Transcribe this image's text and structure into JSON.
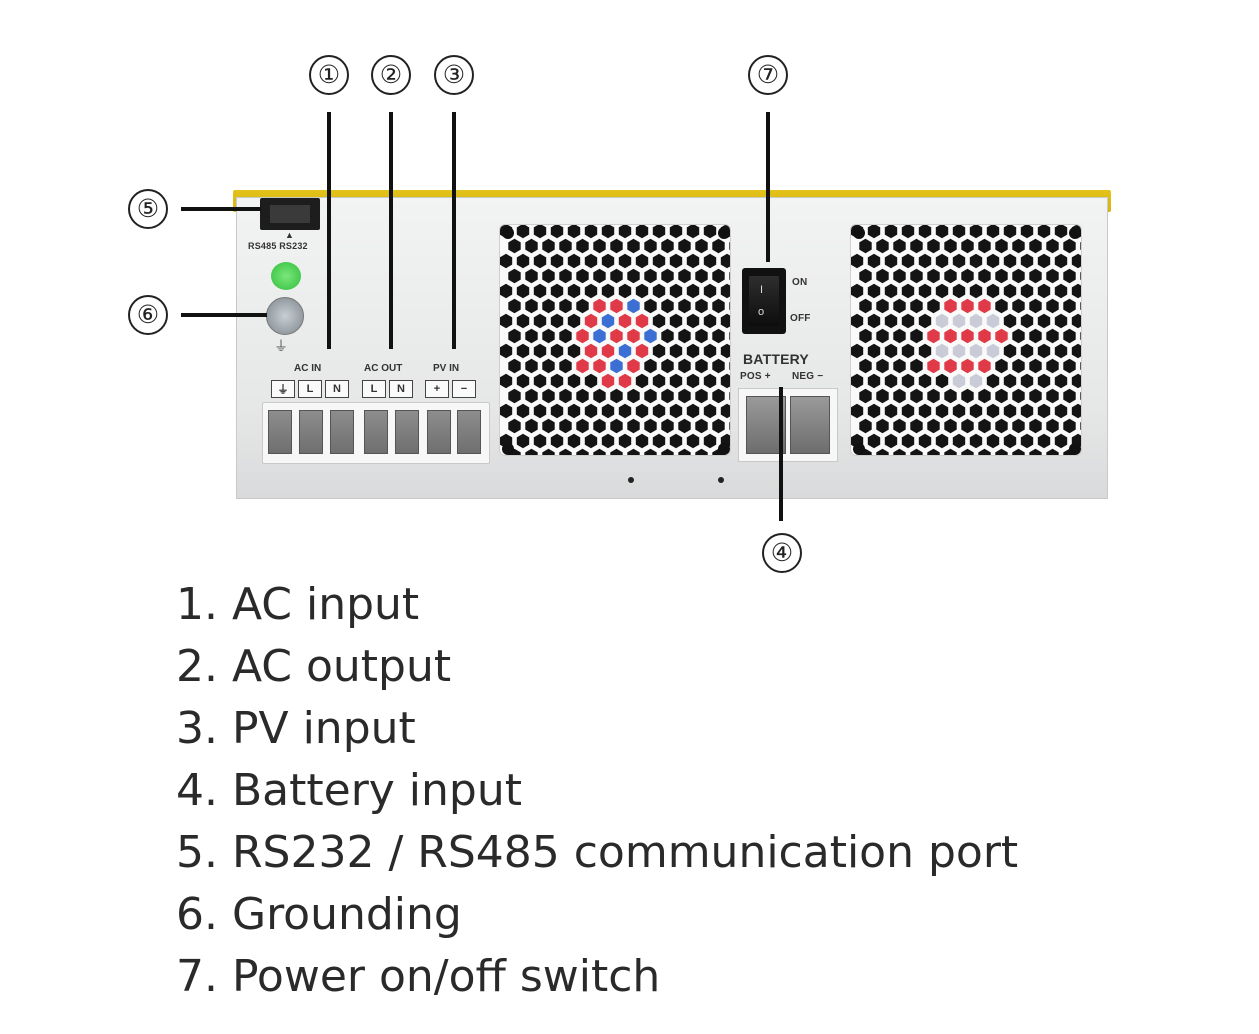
{
  "callouts": [
    "①",
    "②",
    "③",
    "④",
    "⑤",
    "⑥",
    "⑦"
  ],
  "device": {
    "rs_port_label": "RS485  RS232",
    "ac_in_label": "AC IN",
    "ac_out_label": "AC OUT",
    "pv_in_label": "PV IN",
    "ac_in_terminals": [
      "⏚",
      "L",
      "N"
    ],
    "ac_out_terminals": [
      "L",
      "N"
    ],
    "pv_in_terminals": [
      "+",
      "−"
    ],
    "switch_on": "ON",
    "switch_off": "OFF",
    "battery_label": "BATTERY",
    "battery_pos": "POS +",
    "battery_neg": "NEG −",
    "accent_color": "#e0be18"
  },
  "legend": {
    "items": [
      "1. AC input",
      "2. AC output",
      "3. PV input",
      "4. Battery input",
      "5. RS232 / RS485 communication port",
      "6. Grounding",
      "7. Power on/off switch"
    ]
  }
}
